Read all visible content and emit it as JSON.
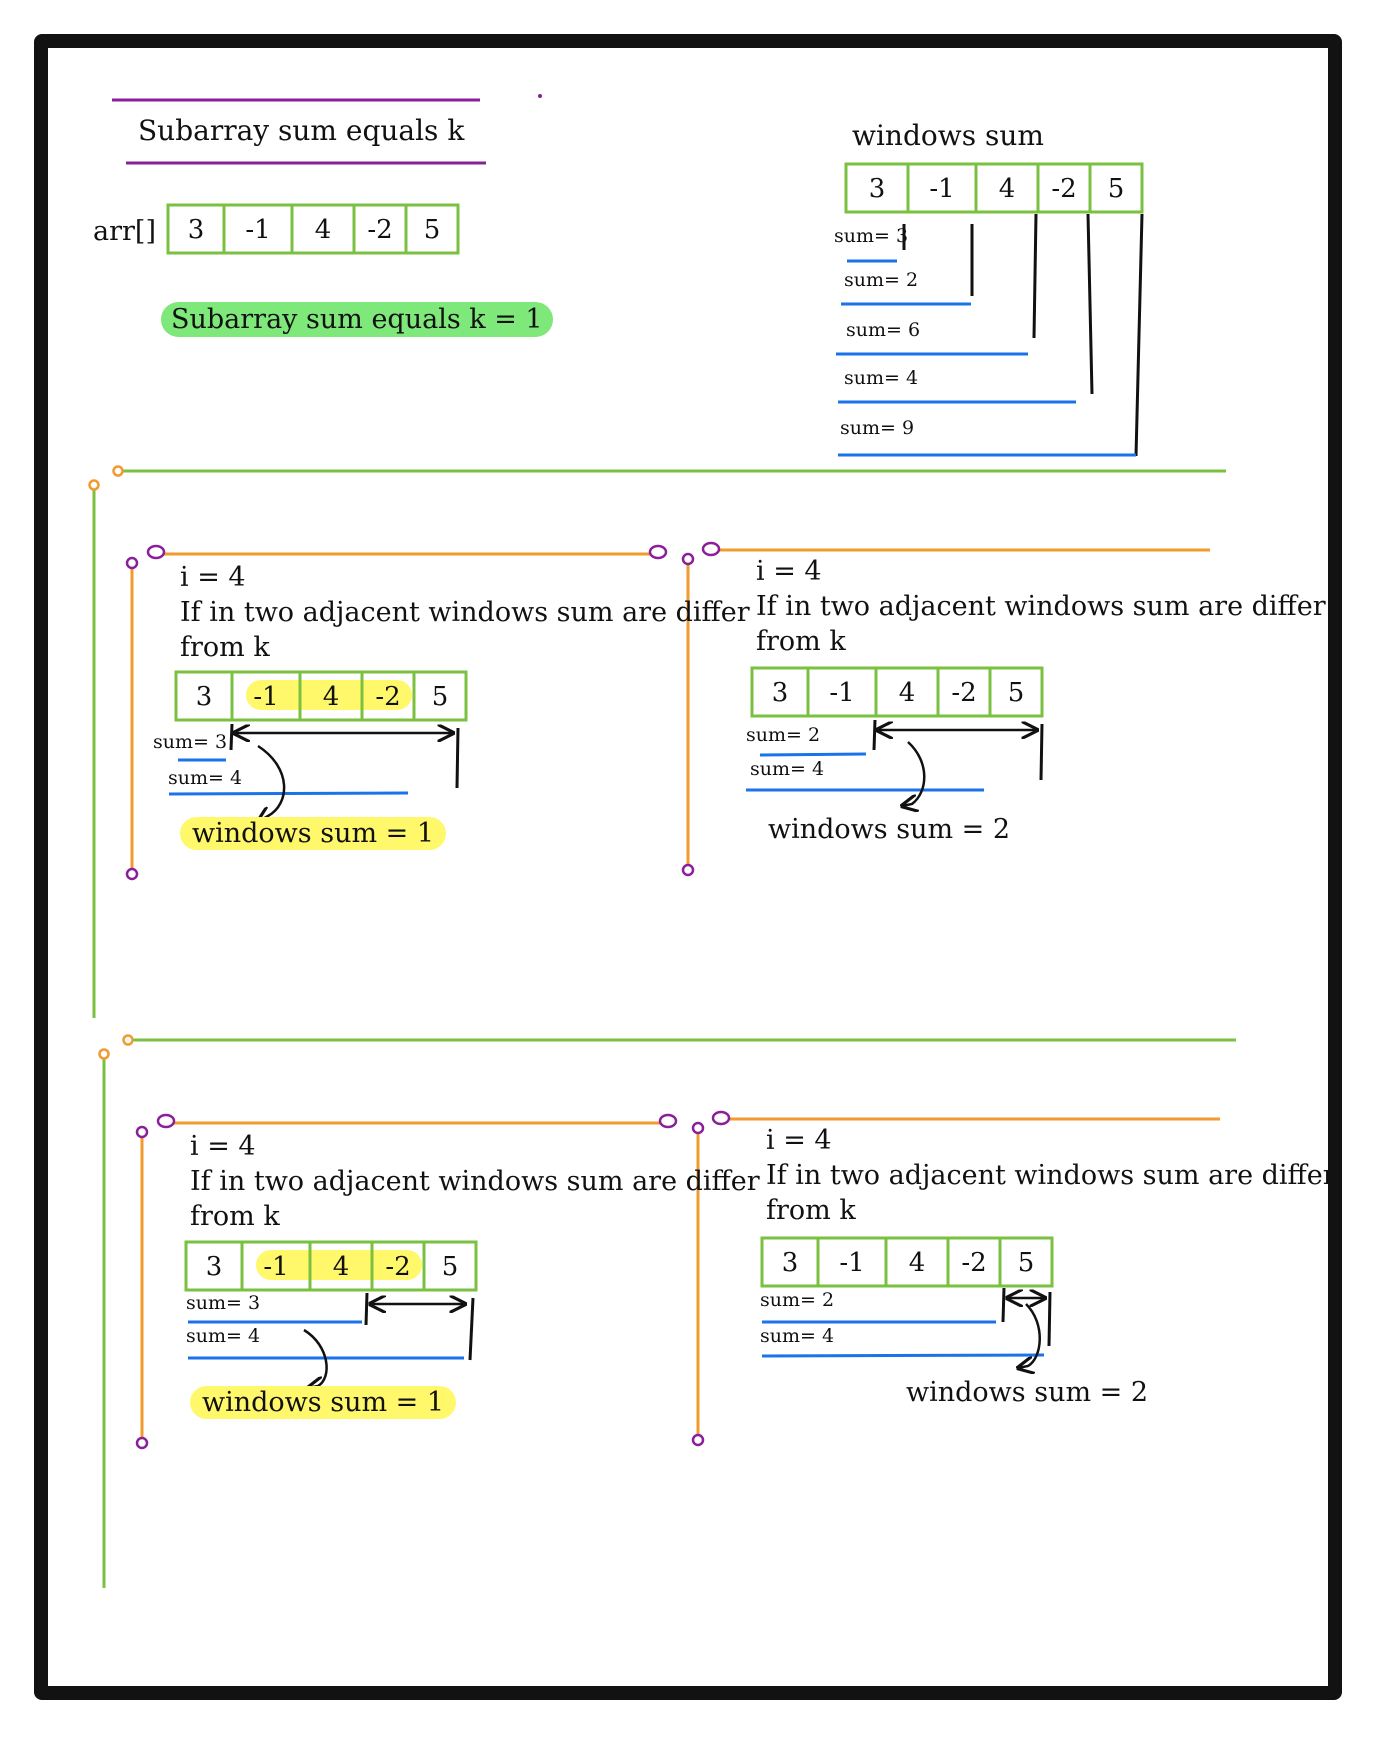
{
  "top_left": {
    "title": "Subarray sum equals k",
    "arr_label": "arr[]",
    "array": [
      "3",
      "-1",
      "4",
      "-2",
      "5"
    ],
    "highlight": "Subarray sum equals k = 1"
  },
  "top_right": {
    "title": "windows sum",
    "array": [
      "3",
      "-1",
      "4",
      "-2",
      "5"
    ],
    "sums": [
      "sum= 3",
      "sum= 2",
      "sum= 6",
      "sum= 4",
      "sum= 9"
    ]
  },
  "panels": [
    {
      "i_text": "i  = 4",
      "desc_line1": "If in two adjacent windows sum are differ",
      "desc_line2": "from k",
      "array": [
        "3",
        "-1",
        "4",
        "-2",
        "5"
      ],
      "sum_a": "sum= 3",
      "sum_b": "sum= 4",
      "result": "windows sum = 1"
    },
    {
      "i_text": "i  = 4",
      "desc_line1": "If in two adjacent windows sum are differ",
      "desc_line2": "from k",
      "array": [
        "3",
        "-1",
        "4",
        "-2",
        "5"
      ],
      "sum_a": "sum= 2",
      "sum_b": "sum= 4",
      "result": "windows sum = 2"
    },
    {
      "i_text": "i  = 4",
      "desc_line1": "If in two adjacent windows sum are differ",
      "desc_line2": "from k",
      "array": [
        "3",
        "-1",
        "4",
        "-2",
        "5"
      ],
      "sum_a": "sum= 3",
      "sum_b": "sum= 4",
      "result": "windows sum = 1"
    },
    {
      "i_text": "i  = 4",
      "desc_line1": "If in two adjacent windows sum are differ",
      "desc_line2": "from k",
      "array": [
        "3",
        "-1",
        "4",
        "-2",
        "5"
      ],
      "sum_a": "sum= 2",
      "sum_b": "sum= 4",
      "result": "windows sum = 2"
    }
  ],
  "colors": {
    "array_border": "#7ac142",
    "purple": "#8a1f9a",
    "orange": "#f29a2e",
    "blue": "#1a73e8",
    "green_highlight": "#7fe87a",
    "yellow_highlight": "#fff86a"
  }
}
